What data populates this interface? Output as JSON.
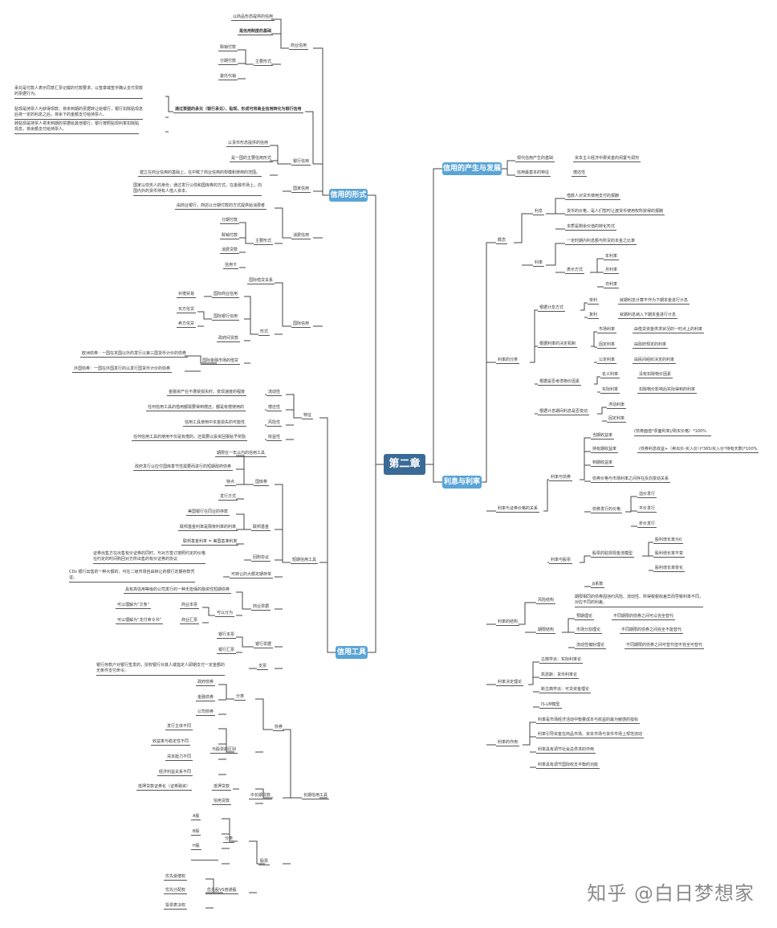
{
  "watermark": "知乎 @白日梦想家",
  "center": "第二章",
  "main": {
    "chansheng": "信用的产生与发展",
    "lixi": "利息与利率",
    "xingshi": "信用的形式",
    "gongju": "信用工具"
  },
  "chansheng": {
    "a": "现代信用产生的基础",
    "a1": "资本主义经济中那资金的闲置与调剂",
    "b": "信用最基本的特征",
    "b1": "偿还性"
  },
  "lixi": {
    "gainian": "概念",
    "lixi_n": "利息",
    "li1": "借款人对贷币使用支付的报酬",
    "li2": "货币的价格，是人们暂时让渡货币使用权所获得的报酬",
    "li3": "本质是剩余价值的转化形式",
    "lilv": "利率",
    "lv1": "一定时期内利息额与所贷的本金之比率",
    "biaoshi": "表示方式",
    "bs1": "年利率",
    "bs2": "月利率",
    "bs3": "日利率",
    "fenlei": "利率的分类",
    "jisuan": "根据计息方式",
    "danli": "单利",
    "danli1": "就期利息计算不作为下期本金进行计息",
    "fuli": "复利",
    "fuli1": "就期利息纳入下期本金进行计息",
    "jueding": "根据利率的决定机制",
    "sc": "市场利率",
    "sc1": "由借贷资金供求状况的一时点上的利率",
    "gd": "固定利率",
    "gd1": "由政府规定的利率",
    "gg": "公定利率",
    "gg1": "由民间组织决定的利率",
    "tonghuo": "根据是否考虑物价因素",
    "ml": "名义利率",
    "ml1": "没有扣除物价因素",
    "sj": "实际利率",
    "sj1": "扣除物价影响后实际得到的利率",
    "jiekuan": "根据计息期间利息是否变动",
    "fd": "浮动利率",
    "gdl": "固定利率",
    "guanxi": "利率与证券价格的关系",
    "shouyi": "利率与债券",
    "dq": "当期收益率",
    "dq1": "(债券面值*票面利率)/购买价格）*100%",
    "cy": "持有期收益率",
    "cy1": "(债券利息收益+（卖出价-买入价）)*365/买入价*持有天数)*100%",
    "dqs": "到期收益率",
    "zj": "债券价格与市场利率之间存在反向变动关系",
    "fx": "债券发行的价格",
    "fx1": "溢价发行",
    "fx2": "平价发行",
    "fx3": "折价发行",
    "gupiao": "利率与股票",
    "gpm": "股票的贴现现金流模型",
    "g1": "股利增长率为0",
    "g2": "股利增长率不变",
    "g3": "股利增长率变化",
    "jd": "β系数",
    "jiegou": "利率的结构",
    "fxjg": "风险结构",
    "fxjg1": "期限相同的债券因违约风险、流动性、所得税税收差异而导致利率不同，\n对应不同的利差。",
    "qxjg": "期限结构",
    "yq": "预期理论",
    "yq1": "不同期限的债券之间可以完全替代",
    "fg": "市场分割理论",
    "fg1": "不同期限的债券之间完全不能替代",
    "ldx": "流动性偏好理论",
    "ldx1": "不同期限的债券之间可替代但不完全可替代",
    "jdl": "利率决定理论",
    "jd1": "古典学派：实际利率论",
    "jd2": "凯恩斯：货币利率论",
    "jd3": "新古典学派：可贷资金理论",
    "jd4": "IS-LM模型",
    "zuoyong": "利率的作用",
    "zy1": "利率是市场经济活动中衡量成本与收益的最为敏感的指标",
    "zy2": "利率引导资金在商品市场、资本市场与货币市场上规范流动",
    "zy3": "利率具有调节社会总供求的作用",
    "zy4": "利率具有调节国际收支平衡的功能"
  },
  "xingshi": {
    "shangye": "商业信用",
    "sy1": "以商品形态提供的信用",
    "sy2": "是信用制度的基础",
    "syfs": "主要形式",
    "syf1": "赊销付款",
    "syf2": "分期付款",
    "syf3": "委托代销",
    "sypz": "通过票据的承兑（银行承兑），贴现，形成可将商业信用转化为银行信用",
    "pz1": "承兑是付款人表示同意汇票记载的付款要求，以签章或签字确认支付票款\n的票据行为。",
    "pz2": "贴现是持票人为获得现款，将未到期的票据转让给银行，银行扣除贴现息\n后将一定的利息之后，将余下的金额支付给持票人。",
    "pz3": "转贴现是持票人将未到期的票据给其他银行，银行按照贴现利率扣除贴\n现息，将余额支付给持票人。",
    "yinhang": "银行信用",
    "yh1": "以货币形态提供的信用",
    "yh2": "是一国的主要信用形式",
    "yh3": "建立在商业信用的基础上，在中赋了商业信用的规模和使用的范围。",
    "guojia": "国家信用",
    "gj1": "国家以债务人的身份，通过发行公债和国库券的方式，在金融市场上，向\n国内外的货币持有人借入资本。",
    "xiaofei": "消费信用",
    "xf1": "由商业银行，商店以分期付款的方式提供给消费者",
    "xffs": "主要形式",
    "xf2": "分期付款",
    "xf3": "赊销付款",
    "xf4": "消费贷款",
    "xf5": "信用卡",
    "guoji": "国际信用",
    "gjgx": "国际借贷关系",
    "xs": "形式",
    "gjsy": "国际商业信用",
    "gjsy1": "补偿贸易",
    "gjyh": "国际银行信用",
    "gjyh1": "买方信贷",
    "gjyh2": "卖方信贷",
    "zf": "政府间贷款",
    "gjjr": "国际金融市场的借贷",
    "gjjr1": "欧洲债券：一国在本国以外的发行以第三国货币计价的债券",
    "gjjr2": "外国债券：一国在外国发行的以发行国货币计价的债券"
  },
  "gongju": {
    "tedian": "特征",
    "td1": "金融资产在不遭受损失时，变现速度的程度",
    "td1k": "流动性",
    "td2": "任何信用工具的借用都需要得到偿还，都是有偿使用的",
    "td2k": "偿还性",
    "td3": "信用工具使用中本金损失的可能性",
    "td3k": "风险性",
    "td4": "任何信用工具的使用不仅是有偿的，还需要以投资回报给予奖励",
    "td4k": "收益性",
    "dq": "短期信用工具",
    "gkq": "国库券",
    "gkq1": "期限在一年以内的信用工具",
    "gkq2": "政府发行以应付国库季节性需要而进行的短期政府债券",
    "gkq3": "特点",
    "gkq4": "发行方式",
    "jb": "联邦基金",
    "jb1": "美国银行在同业的存款",
    "jb2": "联邦基金利率是隔夜利率的利率",
    "jb3": "联邦基金利率 = 美国基准利率",
    "hg": "回购协议",
    "hg1": "证券出售方在出售有价证券的同时，与对方签订按照约定的价格\n在约定的时间购回对方所出售的有价证券的协议",
    "cds": "可转让的大额定期存单",
    "cds1": "CDs 银行出售的一种大额的，可在二级市场自由转让的银行定期存款凭\n证。",
    "sypj": "商业票据",
    "sypj1": "具有高信用等级的公司发行的一种无担保的融资性短期债券",
    "sypj2": "可以分为",
    "sypj3": "可以理解为“欠条”",
    "sypj3k": "商业本票",
    "sypj4": "可以理解为“支付命令书”",
    "sypj4k": "商业汇票",
    "yhpj": "银行票据",
    "yhpj1": "银行本票",
    "yhpj2": "银行汇票",
    "zp": "支票",
    "zp1": "银行存款户对银行签发的，授权银行对其人或指定人即期支付一定金额的\n无条件支付命令。",
    "cqxy": "长期信用工具",
    "zq": "债券",
    "zqfl": "分类",
    "zqf1": "政府债券",
    "zqf2": "金融债券",
    "zqf3": "公司债券",
    "zqgp": "与股票的区别",
    "zqg1": "发行主体不同",
    "zqg2": "收益率与稳定性不同",
    "zqg3": "清本能力不同",
    "zqg4": "经济利益关系不同",
    "zcq": "中长期贷款",
    "zcq1": "抵押贷款证券化（证券融资）",
    "zcq1k": "抵押贷款",
    "zcq2": "信用贷款",
    "gp": "股票",
    "gpfl": "分类",
    "gpf1": "A股",
    "gpf2": "B股",
    "gpf3": "H股",
    "yxg": "优先股VS普通股",
    "yxg1": "优先受偿权",
    "yxg2": "优先分配权",
    "yxg3": "投票表决权"
  }
}
